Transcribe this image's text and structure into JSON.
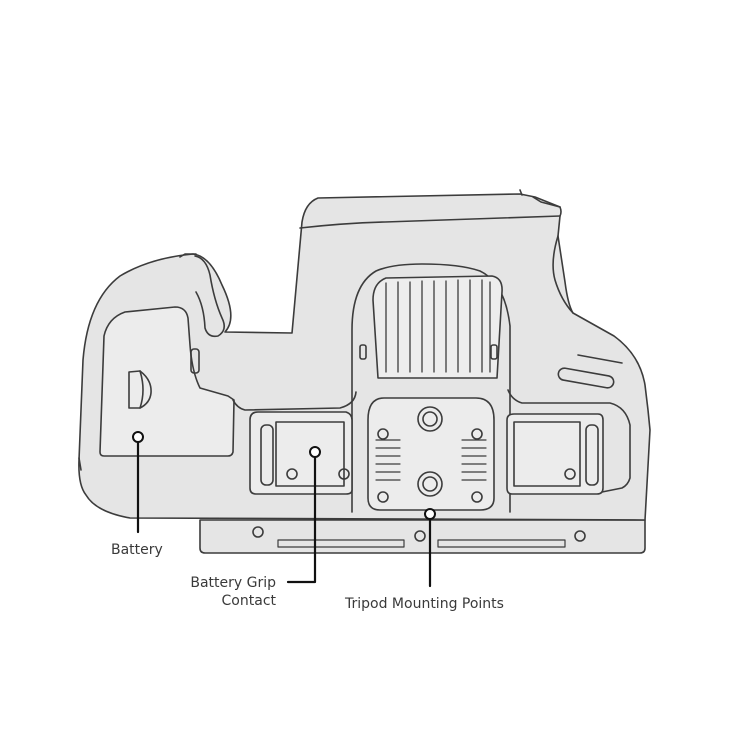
{
  "labels": {
    "battery": "Battery",
    "battery_grip_line1": "Battery Grip",
    "battery_grip_line2": "Contact",
    "tripod": "Tripod Mounting Points"
  },
  "colors": {
    "body_fill": "#e5e5e5",
    "outline": "#3c3c3c",
    "panel_fill": "#ececec",
    "leader_line": "#111111",
    "text": "#3a3a3a",
    "background": "#ffffff"
  },
  "icons": {
    "marker": "hollow-circle-marker",
    "screw": "screw-head",
    "tripod_socket": "tripod-socket"
  }
}
